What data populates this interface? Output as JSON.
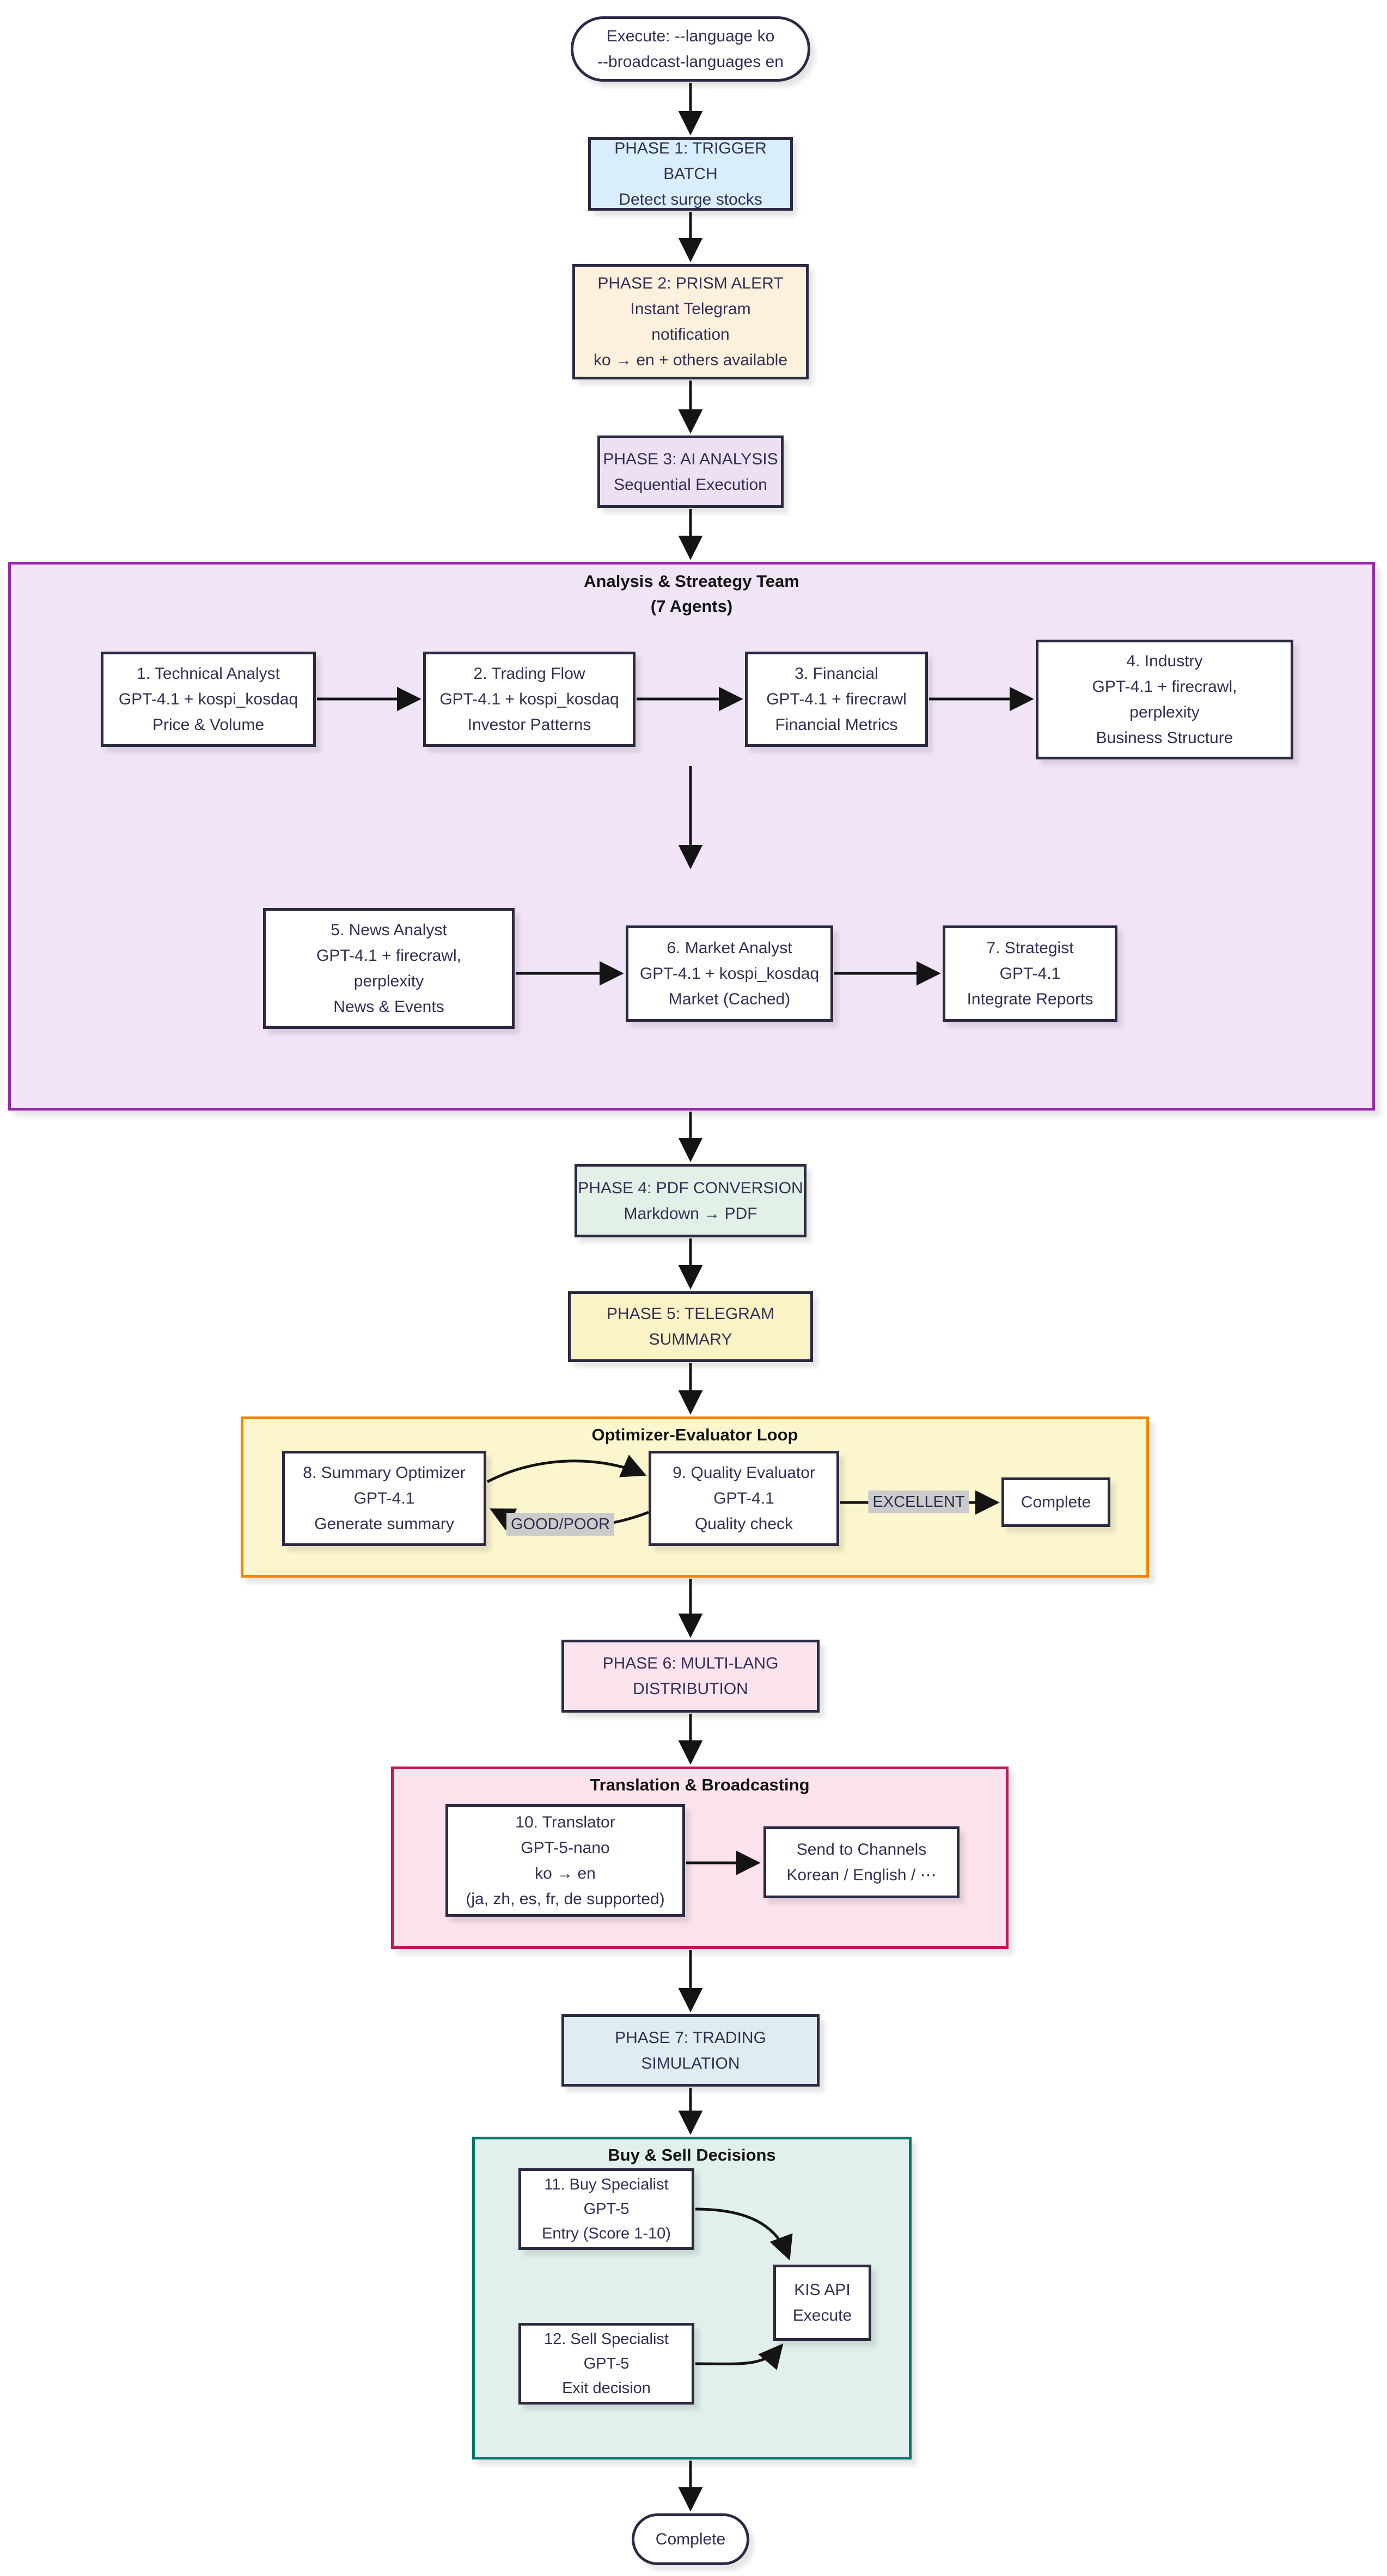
{
  "colors": {
    "page_background": "#ffffff",
    "node_border": "#2c2a42",
    "node_text": "#332f54",
    "arrow": "#141414",
    "edge_label_background": "#cbcbcb",
    "phase1_fill": "#d9eefb",
    "phase2_fill": "#fdf1dd",
    "phase3_fill": "#ece0f2",
    "phase4_fill": "#e2f0e7",
    "phase5_fill": "#fbf3c5",
    "phase6_fill": "#fae3ec",
    "phase7_fill": "#dfecf0",
    "analysis_subgraph_fill": "#f2e4f7",
    "analysis_subgraph_border": "#9c27b0",
    "optimizer_subgraph_fill": "#fcf6cf",
    "optimizer_subgraph_border": "#f68300",
    "translation_subgraph_fill": "#fbe2ec",
    "translation_subgraph_border": "#c2185b",
    "buysell_subgraph_fill": "#e1f0ed",
    "buysell_subgraph_border": "#00796b"
  },
  "subgraphs": {
    "analysis": {
      "title_line1": "Analysis & Streategy Team",
      "title_line2": "(7 Agents)"
    },
    "optimizer": {
      "title": "Optimizer-Evaluator Loop"
    },
    "translation": {
      "title": "Translation & Broadcasting"
    },
    "buysell": {
      "title": "Buy & Sell Decisions"
    }
  },
  "edge_labels": {
    "good_poor": "GOOD/POOR",
    "excellent": "EXCELLENT"
  },
  "nodes": {
    "start": {
      "lines": [
        "Execute: --language ko",
        "--broadcast-languages en"
      ]
    },
    "phase1": {
      "lines": [
        "PHASE 1: TRIGGER BATCH",
        "Detect surge stocks"
      ]
    },
    "phase2": {
      "lines": [
        "PHASE 2: PRISM ALERT",
        "Instant Telegram",
        "notification",
        "ko → en + others available"
      ]
    },
    "phase3": {
      "lines": [
        "PHASE 3: AI ANALYSIS",
        "Sequential Execution"
      ]
    },
    "agent1": {
      "lines": [
        "1. Technical Analyst",
        "GPT-4.1 + kospi_kosdaq",
        "Price & Volume"
      ]
    },
    "agent2": {
      "lines": [
        "2. Trading Flow",
        "GPT-4.1 + kospi_kosdaq",
        "Investor Patterns"
      ]
    },
    "agent3": {
      "lines": [
        "3. Financial",
        "GPT-4.1 + firecrawl",
        "Financial Metrics"
      ]
    },
    "agent4": {
      "lines": [
        "4. Industry",
        "GPT-4.1 + firecrawl,",
        "perplexity",
        "Business Structure"
      ]
    },
    "agent5": {
      "lines": [
        "5. News Analyst",
        "GPT-4.1 + firecrawl,",
        "perplexity",
        "News & Events"
      ]
    },
    "agent6": {
      "lines": [
        "6. Market Analyst",
        "GPT-4.1 + kospi_kosdaq",
        "Market (Cached)"
      ]
    },
    "agent7": {
      "lines": [
        "7. Strategist",
        "GPT-4.1",
        "Integrate Reports"
      ]
    },
    "phase4": {
      "lines": [
        "PHASE 4: PDF CONVERSION",
        "Markdown → PDF"
      ]
    },
    "phase5": {
      "lines": [
        "PHASE 5: TELEGRAM",
        "SUMMARY"
      ]
    },
    "agent8": {
      "lines": [
        "8. Summary Optimizer",
        "GPT-4.1",
        "Generate summary"
      ]
    },
    "agent9": {
      "lines": [
        "9. Quality Evaluator",
        "GPT-4.1",
        "Quality check"
      ]
    },
    "loop_complete": {
      "lines": [
        "Complete"
      ]
    },
    "phase6": {
      "lines": [
        "PHASE 6: MULTI-LANG",
        "DISTRIBUTION"
      ]
    },
    "agent10": {
      "lines": [
        "10. Translator",
        "GPT-5-nano",
        "ko → en",
        "(ja, zh, es, fr, de supported)"
      ]
    },
    "send_channels": {
      "lines": [
        "Send to Channels",
        "Korean / English / ⋯"
      ]
    },
    "phase7": {
      "lines": [
        "PHASE 7: TRADING",
        "SIMULATION"
      ]
    },
    "agent11": {
      "lines": [
        "11. Buy Specialist",
        "GPT-5",
        "Entry (Score 1-10)"
      ]
    },
    "agent12": {
      "lines": [
        "12. Sell Specialist",
        "GPT-5",
        "Exit decision"
      ]
    },
    "kis": {
      "lines": [
        "KIS API",
        "Execute"
      ]
    },
    "end": {
      "lines": [
        "Complete"
      ]
    }
  }
}
